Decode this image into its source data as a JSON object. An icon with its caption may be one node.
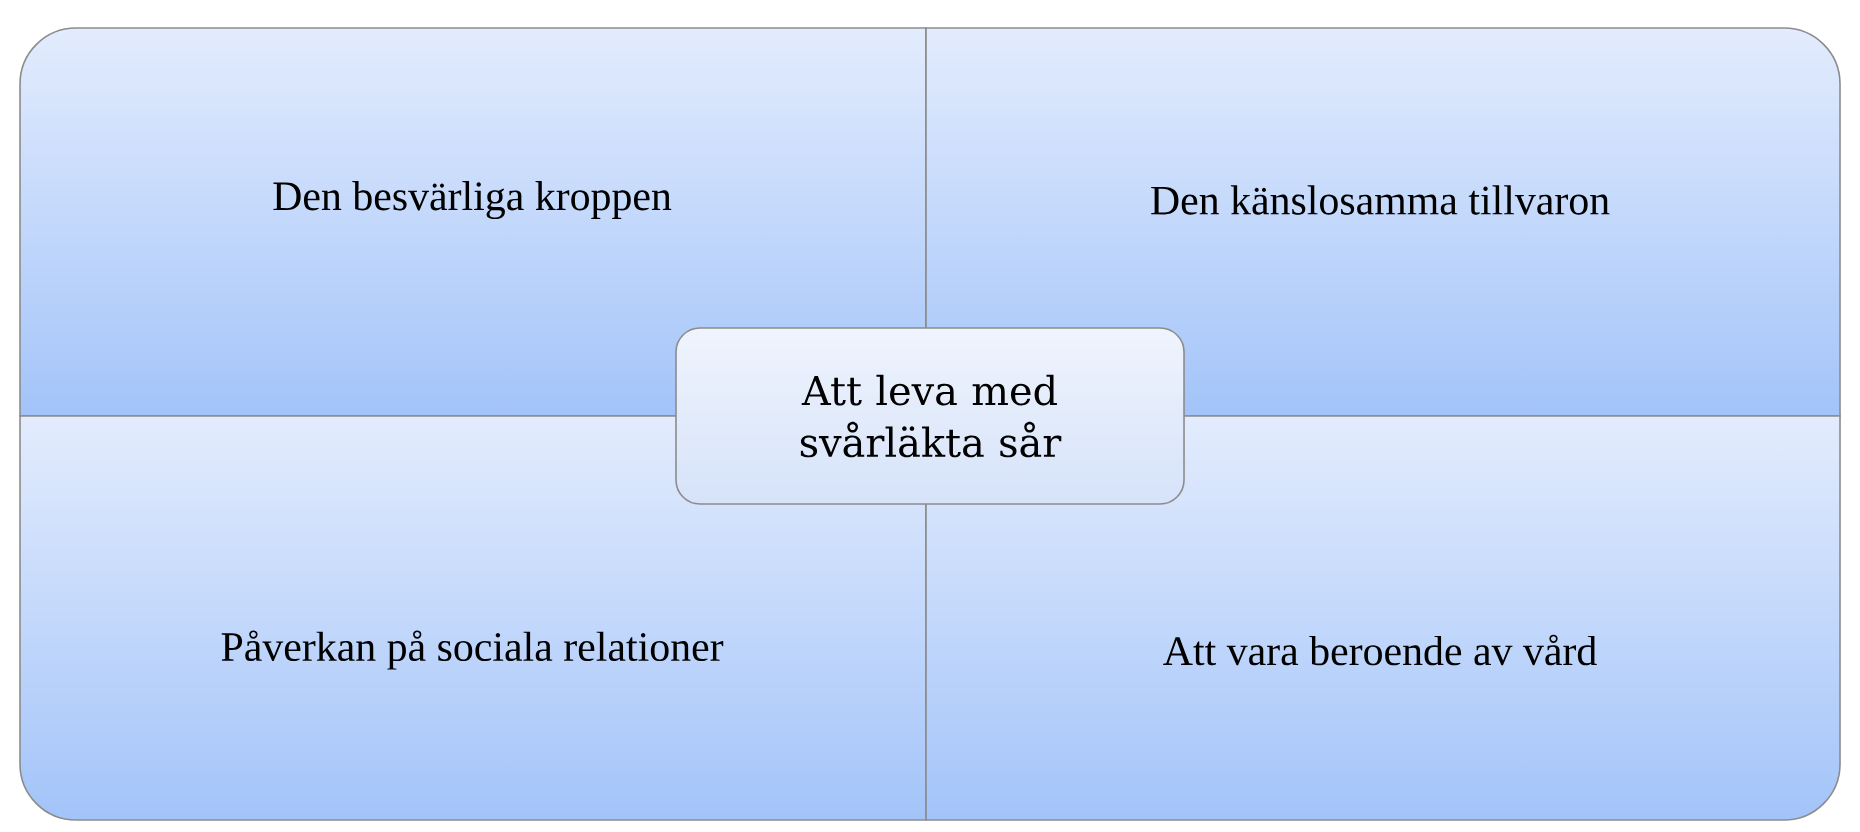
{
  "diagram": {
    "nodes": [
      {
        "text": [
          "Den besvärliga kroppen"
        ]
      },
      {
        "text": [
          "Den känslosamma tillvaron"
        ]
      },
      {
        "text": [
          "Påverkan på sociala relationer"
        ]
      },
      {
        "text": [
          "Att vara beroende av vård"
        ]
      },
      {
        "text": [
          "Att leva med svårläkta sår"
        ]
      }
    ]
  }
}
